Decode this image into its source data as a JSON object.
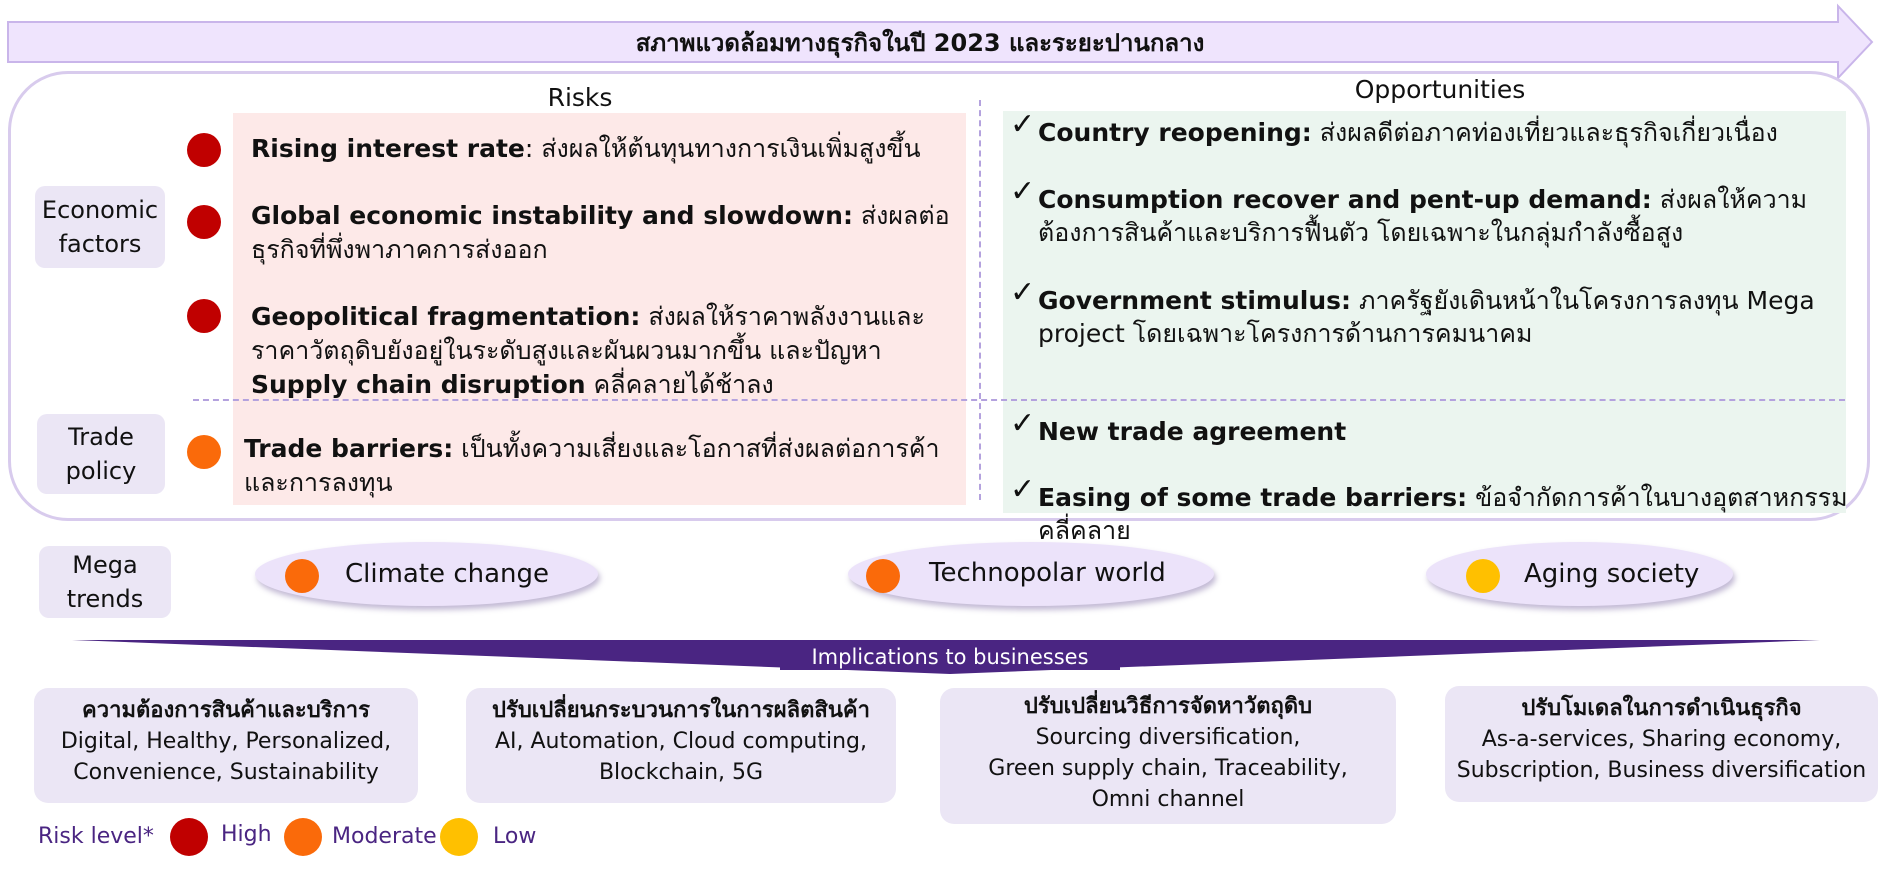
{
  "header": {
    "title": "สภาพแวดล้อมทางธุรกิจในปี 2023 และระยะปานกลาง"
  },
  "columns": {
    "risks": "Risks",
    "opportunities": "Opportunities"
  },
  "side_labels": {
    "economic": "Economic factors",
    "trade": "Trade policy",
    "mega": "Mega trends"
  },
  "risks": [
    {
      "level": "high",
      "bold": "Rising interest rate",
      "text": ": ส่งผลให้ต้นทุนทางการเงินเพิ่มสูงขึ้น"
    },
    {
      "level": "high",
      "bold": "Global economic instability and slowdown:",
      "text": " ส่งผลต่อธุรกิจที่พึ่งพาภาคการส่งออก"
    },
    {
      "level": "high",
      "bold": "Geopolitical fragmentation:",
      "text": " ส่งผลให้ราคาพลังงานและราคาวัตถุดิบยังอยู่ในระดับสูงและผันผวนมากขึ้น และปัญหา ",
      "bold2": "Supply chain disruption",
      "text2": " คลี่คลายได้ช้าลง"
    },
    {
      "level": "moderate",
      "bold": "Trade barriers:",
      "text": " เป็นทั้งความเสี่ยงและโอกาสที่ส่งผลต่อการค้าและการลงทุน"
    }
  ],
  "opportunities": [
    {
      "check": "✓",
      "bold": "Country reopening:",
      "text": " ส่งผลดีต่อภาคท่องเที่ยวและธุรกิจเกี่ยวเนื่อง"
    },
    {
      "check": "✓",
      "bold": "Consumption recover and pent-up demand:",
      "text": " ส่งผลให้ความต้องการสินค้าและบริการฟื้นตัว โดยเฉพาะในกลุ่มกำลังซื้อสูง"
    },
    {
      "check": "✓",
      "bold": "Government stimulus:",
      "text": " ภาครัฐยังเดินหน้าในโครงการลงทุน Mega project โดยเฉพาะโครงการด้านการคมนาคม"
    },
    {
      "check": "✓",
      "bold": "New trade agreement",
      "text": ""
    },
    {
      "check": "✓",
      "bold": "Easing of some trade barriers:",
      "text": " ข้อจำกัดการค้าในบางอุตสาหกรรมคลี่คลาย"
    }
  ],
  "mega_trends": [
    {
      "label": "Climate change",
      "level": "moderate"
    },
    {
      "label": "Technopolar world",
      "level": "moderate"
    },
    {
      "label": "Aging society",
      "level": "low"
    }
  ],
  "implications": {
    "title": "Implications to businesses",
    "boxes": [
      {
        "title": "ความต้องการสินค้าและบริการ",
        "lines": [
          "Digital, Healthy, Personalized,",
          "Convenience, Sustainability"
        ]
      },
      {
        "title": "ปรับเปลี่ยนกระบวนการในการผลิตสินค้า",
        "lines": [
          "AI, Automation, Cloud computing,",
          "Blockchain, 5G"
        ]
      },
      {
        "title": "ปรับเปลี่ยนวิธีการจัดหาวัตถุดิบ",
        "lines": [
          "Sourcing diversification,",
          "Green supply chain, Traceability,",
          "Omni channel"
        ]
      },
      {
        "title": "ปรับโมเดลในการดำเนินธุรกิจ",
        "lines": [
          "As-a-services, Sharing economy,",
          "Subscription, Business diversification"
        ]
      }
    ]
  },
  "legend": {
    "title": "Risk level*",
    "high": "High",
    "moderate": "Moderate",
    "low": "Low"
  },
  "colors": {
    "high": "#c00000",
    "moderate": "#fa6a0a",
    "low": "#ffc000",
    "accent": "#4a2582",
    "risk_bg": "#fde9e8",
    "opp_bg": "#ebf5ef"
  }
}
